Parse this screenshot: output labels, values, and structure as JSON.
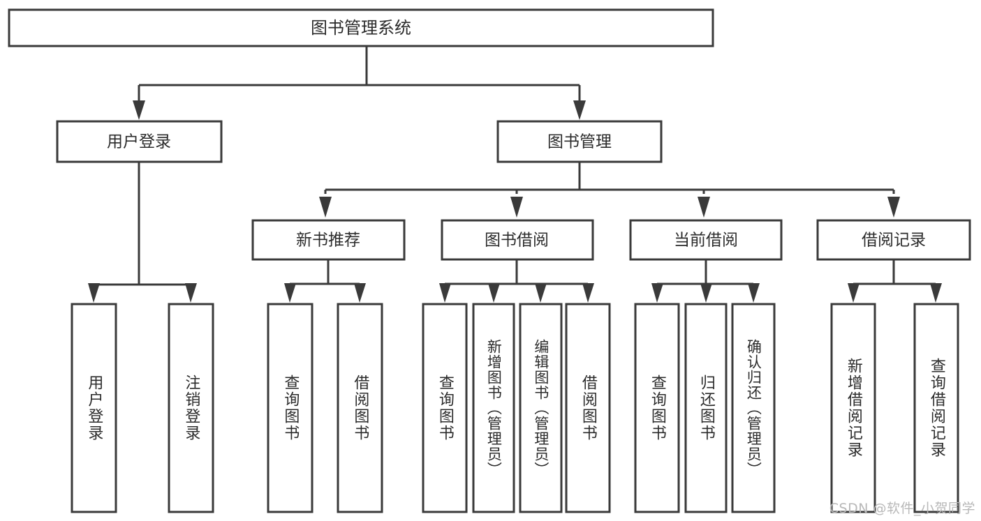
{
  "diagram": {
    "title": "图书管理系统",
    "watermark": "CSDN @软件_小贺同学",
    "colors": {
      "stroke": "#3a3a3a",
      "box_fill": "#ffffff",
      "text": "#2b2b2b",
      "background": "#ffffff",
      "watermark": "#b8b8b8"
    },
    "root": {
      "label": "图书管理系统"
    },
    "level2": [
      {
        "label": "用户登录"
      },
      {
        "label": "图书管理"
      }
    ],
    "level3": [
      {
        "label": "新书推荐"
      },
      {
        "label": "图书借阅"
      },
      {
        "label": "当前借阅"
      },
      {
        "label": "借阅记录"
      }
    ],
    "leaves": {
      "user_login": [
        {
          "label": "用户登录"
        },
        {
          "label": "注销登录"
        }
      ],
      "new_book_recommend": [
        {
          "label": "查询图书"
        },
        {
          "label": "借阅图书"
        }
      ],
      "book_borrow": [
        {
          "label": "查询图书"
        },
        {
          "label": "新增图书（管理员）"
        },
        {
          "label": "编辑图书（管理员）"
        },
        {
          "label": "借阅图书"
        }
      ],
      "current_borrow": [
        {
          "label": "查询图书"
        },
        {
          "label": "归还图书"
        },
        {
          "label": "确认归还（管理员）"
        }
      ],
      "borrow_record": [
        {
          "label": "新增借阅记录"
        },
        {
          "label": "查询借阅记录"
        }
      ]
    }
  }
}
